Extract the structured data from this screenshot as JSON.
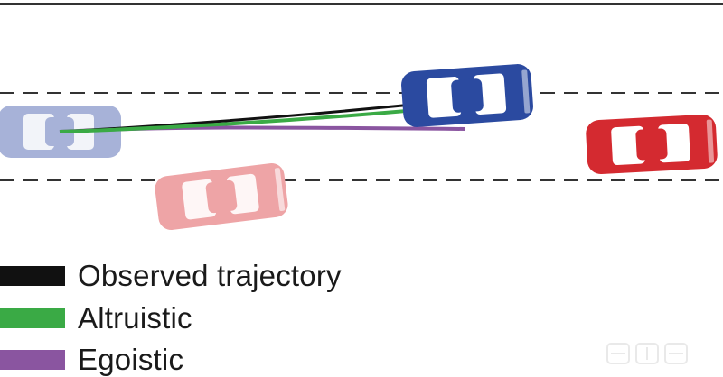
{
  "legend": [
    {
      "label": "Observed trajectory",
      "color": "#111111"
    },
    {
      "label": "Altruistic",
      "color": "#3aaa45"
    },
    {
      "label": "Egoistic",
      "color": "#8a55a0"
    }
  ],
  "colors": {
    "road_border": "#333333",
    "lane_marking": "#333333",
    "ego_car_faded": "#a7b2d8",
    "ego_car": "#2b4aa0",
    "other_car_faded": "#eea4a6",
    "other_car": "#d42a30",
    "car_window": "#ffffff"
  },
  "watermark_icon": "chedongxi-logo-watermark"
}
